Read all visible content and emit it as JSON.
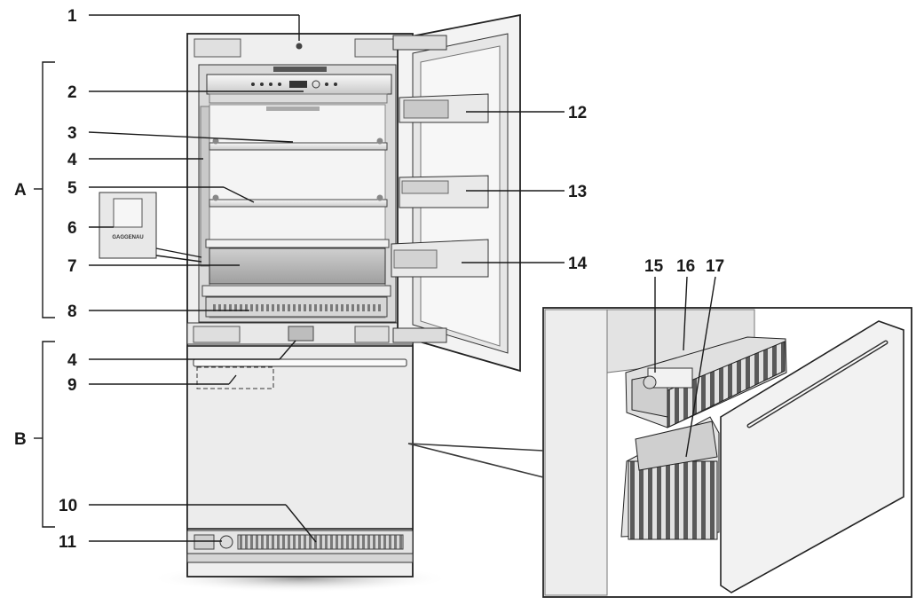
{
  "diagram": {
    "callouts": [
      {
        "id": "1",
        "text": "1"
      },
      {
        "id": "2",
        "text": "2"
      },
      {
        "id": "3",
        "text": "3"
      },
      {
        "id": "4a",
        "text": "4"
      },
      {
        "id": "5",
        "text": "5"
      },
      {
        "id": "6",
        "text": "6"
      },
      {
        "id": "7",
        "text": "7"
      },
      {
        "id": "8",
        "text": "8"
      },
      {
        "id": "4b",
        "text": "4"
      },
      {
        "id": "9",
        "text": "9"
      },
      {
        "id": "10",
        "text": "10"
      },
      {
        "id": "11",
        "text": "11"
      },
      {
        "id": "12",
        "text": "12"
      },
      {
        "id": "13",
        "text": "13"
      },
      {
        "id": "14",
        "text": "14"
      },
      {
        "id": "15",
        "text": "15"
      },
      {
        "id": "16",
        "text": "16"
      },
      {
        "id": "17",
        "text": "17"
      }
    ],
    "sections": [
      {
        "id": "A",
        "text": "A"
      },
      {
        "id": "B",
        "text": "B"
      }
    ],
    "thermostat_brand": "GAGGENAU",
    "colors": {
      "ink": "#1a1a1a",
      "body": "#eeeeee",
      "panel": "#e2e2e2",
      "shadow": "#bcbcbc"
    }
  }
}
